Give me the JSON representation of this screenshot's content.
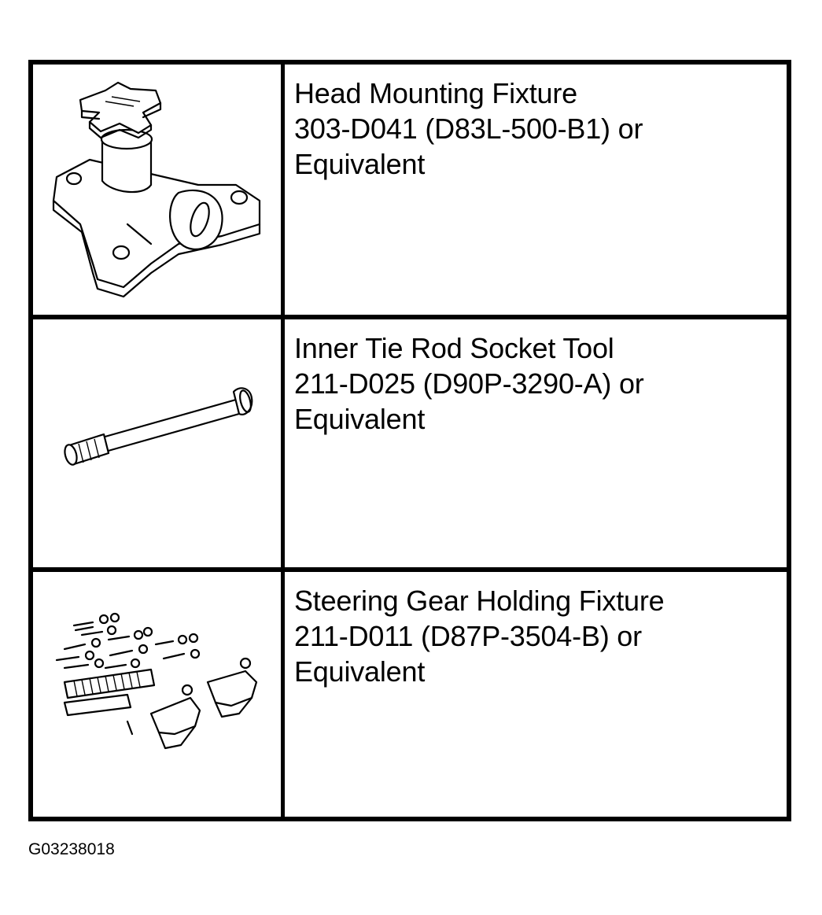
{
  "tools": [
    {
      "icon": "head-mounting-fixture-illustration",
      "name": "Head Mounting Fixture",
      "part_number": "303-D041 (D83L-500-B1) or",
      "suffix": "Equivalent"
    },
    {
      "icon": "inner-tie-rod-socket-tool-illustration",
      "name": "Inner Tie Rod Socket Tool",
      "part_number": "211-D025 (D90P-3290-A) or",
      "suffix": "Equivalent"
    },
    {
      "icon": "steering-gear-holding-fixture-illustration",
      "name": "Steering Gear Holding Fixture",
      "part_number": "211-D011 (D87P-3504-B) or",
      "suffix": "Equivalent"
    }
  ],
  "figure_id": "G03238018"
}
